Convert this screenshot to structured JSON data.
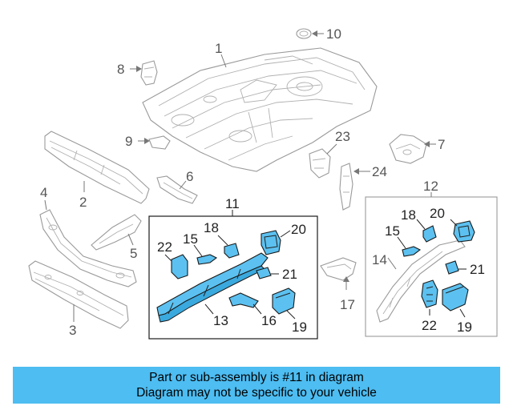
{
  "callouts": {
    "c1": "1",
    "c2": "2",
    "c3": "3",
    "c4": "4",
    "c5": "5",
    "c6": "6",
    "c7": "7",
    "c8": "8",
    "c9": "9",
    "c10": "10",
    "c11": "11",
    "c12": "12",
    "c13": "13",
    "c14": "14",
    "c15a": "15",
    "c15b": "15",
    "c16": "16",
    "c17": "17",
    "c18a": "18",
    "c18b": "18",
    "c19a": "19",
    "c19b": "19",
    "c20a": "20",
    "c20b": "20",
    "c21a": "21",
    "c21b": "21",
    "c22a": "22",
    "c22b": "22",
    "c23": "23",
    "c24": "24"
  },
  "banner": {
    "line1": "Part or sub-assembly is #11 in diagram",
    "line2": "Diagram may not be specific to your vehicle"
  },
  "colors": {
    "highlight": "#5cc1f0",
    "banner": "#4dbdf2",
    "outline": "#9a9a9a"
  }
}
